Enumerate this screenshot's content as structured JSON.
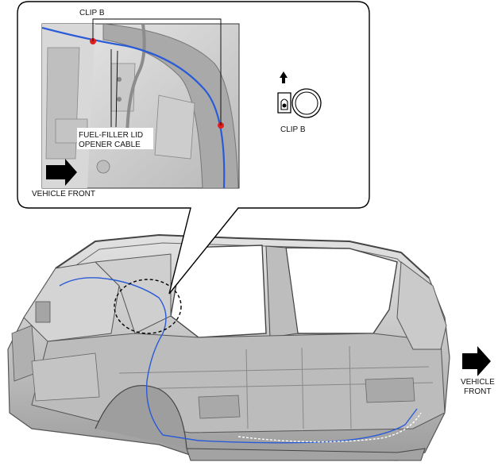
{
  "callout": {
    "clip_label": "CLIP B",
    "cable_label_line1": "FUEL-FILLER LID",
    "cable_label_line2": "OPENER CABLE",
    "front_label": "VEHICLE FRONT"
  },
  "clip_detail": {
    "label": "CLIP B"
  },
  "main_view": {
    "front_label_line1": "VEHICLE",
    "front_label_line2": "FRONT"
  },
  "colors": {
    "cable": "#2a5bd7",
    "clip": "#e02020",
    "body_panel": "#c9c9c9",
    "body_shadow": "#8a8a8a",
    "callout_border": "#000000"
  },
  "icons": [
    "arrow-right-icon",
    "arrow-up-icon",
    "clip-b-icon"
  ]
}
